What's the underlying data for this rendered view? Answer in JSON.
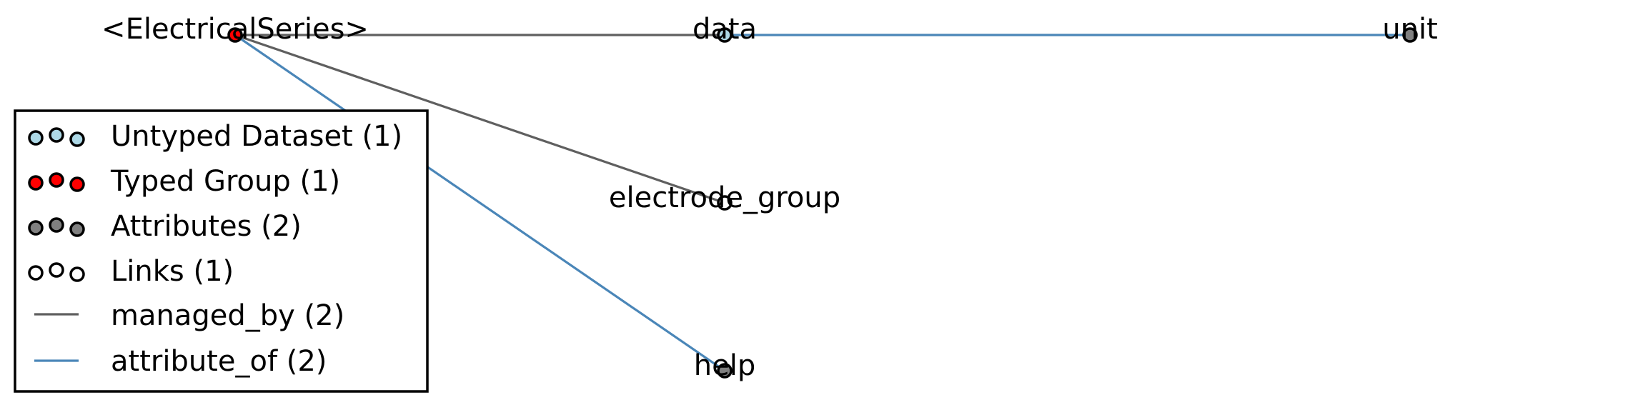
{
  "colors": {
    "managed_by_edge": "#5f5f5f",
    "attribute_of_edge": "#4a86b8",
    "untyped_dataset_fill": "#add8e6",
    "typed_group_fill": "#ff0000",
    "attribute_fill": "#808080",
    "link_fill": "#ffffff",
    "node_stroke": "#000000"
  },
  "nodes": [
    {
      "id": "electrical_series",
      "label": "<ElectricalSeries>",
      "kind": "typed_group"
    },
    {
      "id": "data",
      "label": "data",
      "kind": "untyped_dataset"
    },
    {
      "id": "unit",
      "label": "unit",
      "kind": "attribute"
    },
    {
      "id": "electrode_group",
      "label": "electrode_group",
      "kind": "link"
    },
    {
      "id": "help",
      "label": "help",
      "kind": "attribute"
    }
  ],
  "edges": [
    {
      "from": "electrical_series",
      "to": "data",
      "type": "managed_by"
    },
    {
      "from": "electrical_series",
      "to": "electrode_group",
      "type": "managed_by"
    },
    {
      "from": "data",
      "to": "unit",
      "type": "attribute_of"
    },
    {
      "from": "electrical_series",
      "to": "help",
      "type": "attribute_of"
    }
  ],
  "legend": {
    "items": [
      {
        "kind": "untyped_dataset",
        "label": "Untyped Dataset (1)"
      },
      {
        "kind": "typed_group",
        "label": "Typed Group (1)"
      },
      {
        "kind": "attribute",
        "label": "Attributes (2)"
      },
      {
        "kind": "link",
        "label": "Links (1)"
      },
      {
        "kind": "managed_by",
        "label": "managed_by (2)"
      },
      {
        "kind": "attribute_of",
        "label": "attribute_of (2)"
      }
    ]
  }
}
